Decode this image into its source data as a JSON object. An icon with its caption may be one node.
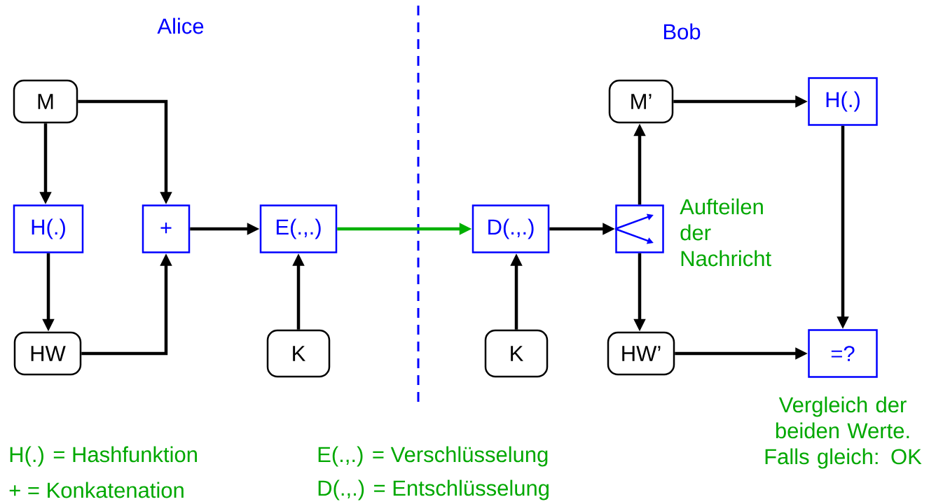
{
  "diagram": {
    "nodes": [
      {
        "text": [
          "M"
        ]
      },
      {
        "text": [
          "H(.)"
        ]
      },
      {
        "text": [
          "HW"
        ]
      },
      {
        "text": [
          "+"
        ]
      },
      {
        "text": [
          "E(.,.)"
        ]
      },
      {
        "text": [
          "K"
        ]
      },
      {
        "text": [
          "D(.,.)"
        ]
      },
      {
        "text": [
          "K"
        ]
      },
      {
        "text": [],
        "shape": "box",
        "beside": [
          "Aufteilen der Nachricht"
        ]
      },
      {
        "text": [
          "M’"
        ]
      },
      {
        "text": [
          "HW’"
        ]
      },
      {
        "text": [
          "H(.)"
        ]
      },
      {
        "text": [
          "=?"
        ],
        "beside": [
          "Vergleich der beiden Werte. Falls gleich: OK"
        ]
      }
    ],
    "edges": [
      {
        "from": 0,
        "to": 1,
        "arrow": "to"
      },
      {
        "from": 0,
        "to": 3,
        "arrow": "to"
      },
      {
        "from": 1,
        "to": 2,
        "arrow": "to"
      },
      {
        "from": 2,
        "to": 3,
        "arrow": "to"
      },
      {
        "from": 3,
        "to": 4,
        "arrow": "to"
      },
      {
        "from": 5,
        "to": 4,
        "arrow": "to"
      },
      {
        "from": 4,
        "to": 6,
        "arrow": "to",
        "color": "#00b000"
      },
      {
        "from": 7,
        "to": 6,
        "arrow": "to"
      },
      {
        "from": 6,
        "to": 8,
        "arrow": "to"
      },
      {
        "from": 8,
        "to": 9,
        "arrow": "to"
      },
      {
        "from": 8,
        "to": 10,
        "arrow": "to"
      },
      {
        "from": 9,
        "to": 11,
        "arrow": "to"
      },
      {
        "from": 11,
        "to": 12,
        "arrow": "to"
      },
      {
        "from": 10,
        "to": 12,
        "arrow": "to"
      }
    ],
    "labels": [
      "Alice",
      "Bob",
      "H(.) = Hashfunktion",
      "E(.,.) = Verschlüsselung",
      "+  = Konkatenation",
      "D(.,.) = Entschlüsselung"
    ]
  }
}
